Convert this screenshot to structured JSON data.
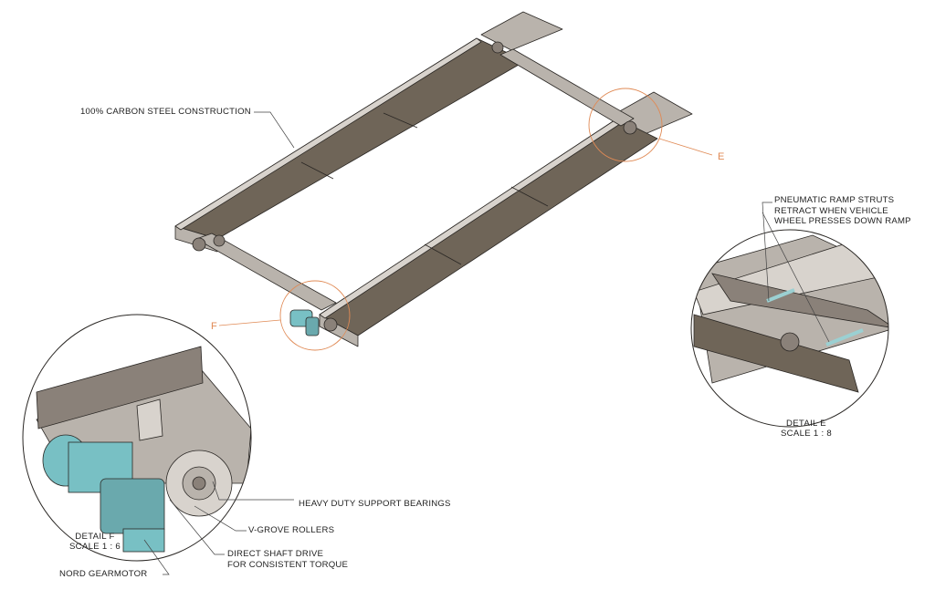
{
  "annotations": {
    "carbon_steel": "100% CARBON STEEL CONSTRUCTION",
    "pneumatic_1": "PNEUMATIC RAMP STRUTS",
    "pneumatic_2": "RETRACT WHEN VEHICLE",
    "pneumatic_3": "WHEEL PRESSES DOWN RAMP",
    "bearings": "HEAVY DUTY SUPPORT BEARINGS",
    "rollers": "V-GROVE ROLLERS",
    "drive_1": "DIRECT SHAFT DRIVE",
    "drive_2": "FOR CONSISTENT TORQUE",
    "gearmotor": "NORD GEARMOTOR"
  },
  "callouts": {
    "e": "E",
    "f": "F"
  },
  "details": {
    "e_title": "DETAIL E",
    "e_scale": "SCALE 1 : 8",
    "f_title": "DETAIL F",
    "f_scale": "SCALE 1 : 6"
  },
  "colors": {
    "steel_top": "#6f6558",
    "steel_side": "#b9b3ac",
    "steel_light": "#d8d3cd",
    "outline": "#2a2724",
    "callout": "#e08a55",
    "motor": "#78c0c4"
  }
}
